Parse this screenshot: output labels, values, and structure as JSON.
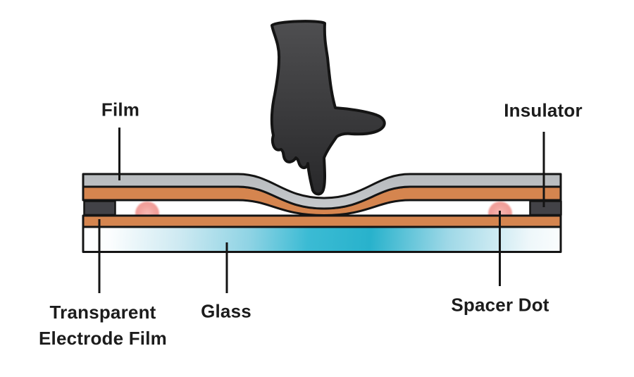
{
  "diagram": {
    "subject": "resistive-touchscreen-cross-section",
    "labels": {
      "film": "Film",
      "insulator": "Insulator",
      "transparent_electrode_film": [
        "Transparent",
        "Electrode Film"
      ],
      "glass": "Glass",
      "spacer_dot": "Spacer Dot"
    },
    "colors": {
      "background": "#ffffff",
      "outline": "#141414",
      "label_text": "#1c1c1c",
      "film_gray": "#b7babd",
      "film_gray_light": "#c6c9cc",
      "electrode_orange": "#d5854f",
      "insulator_dark": "#424247",
      "spacer_dot_pink": "#f2a29d",
      "spacer_dot_pink_light": "#f8b9b3",
      "glass_cyan": "#28b2cc",
      "glass_cyan_mid": "#3bbbd4",
      "glass_white": "#ffffff",
      "hand_top": "#4e4e50",
      "hand_bottom": "#28282a"
    }
  }
}
